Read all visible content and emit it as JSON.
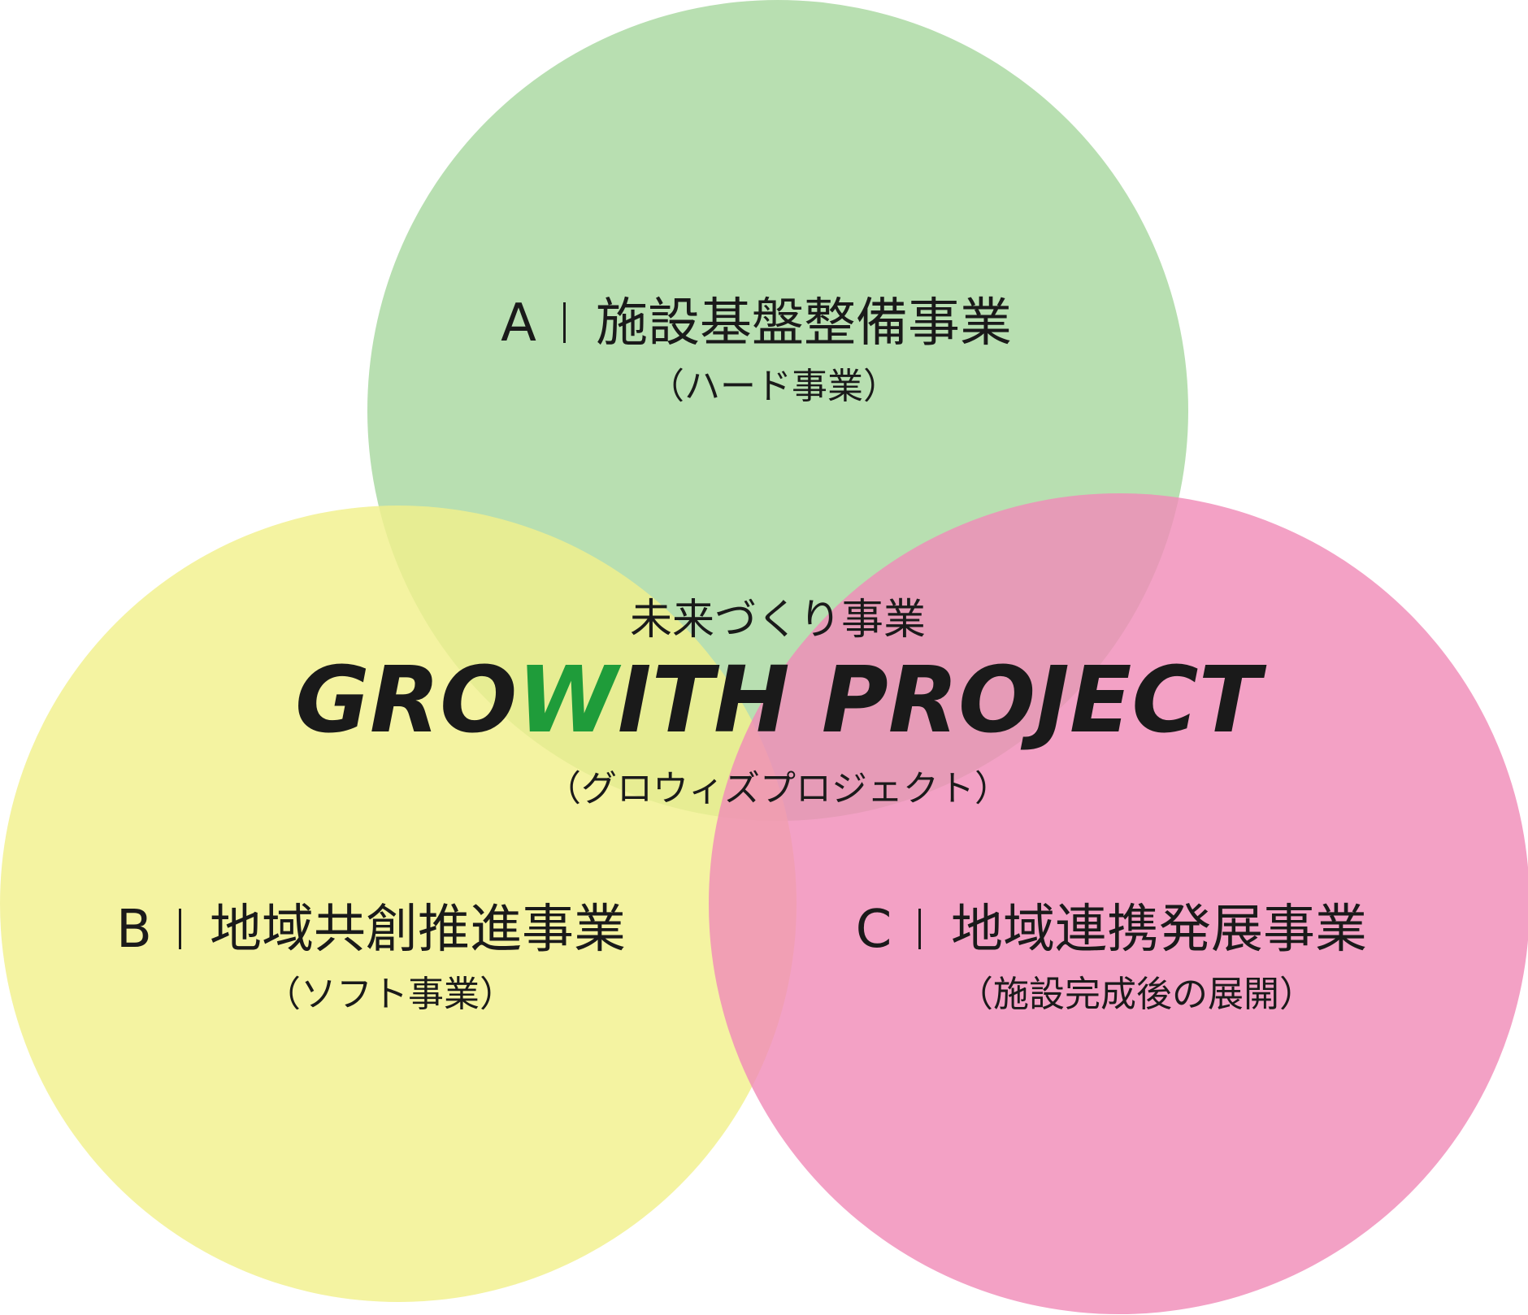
{
  "colors": {
    "circle_a": "#a8d8a0",
    "circle_b": "#f2f08c",
    "circle_c": "#f08cb8",
    "text": "#1a1a1a",
    "logo_accent": "#1f9c3a"
  },
  "circle_a": {
    "letter": "A",
    "title": "施設基盤整備事業",
    "subtitle": "（ハード事業）"
  },
  "circle_b": {
    "letter": "B",
    "title": "地域共創推進事業",
    "subtitle": "（ソフト事業）"
  },
  "circle_c": {
    "letter": "C",
    "title": "地域連携発展事業",
    "subtitle": "（施設完成後の展開）"
  },
  "center": {
    "lead": "未来づくり事業",
    "logo_part1": "GRO",
    "logo_accent": "W",
    "logo_part2": "ITH PROJECT",
    "reading": "（グロウィズプロジェクト）"
  }
}
